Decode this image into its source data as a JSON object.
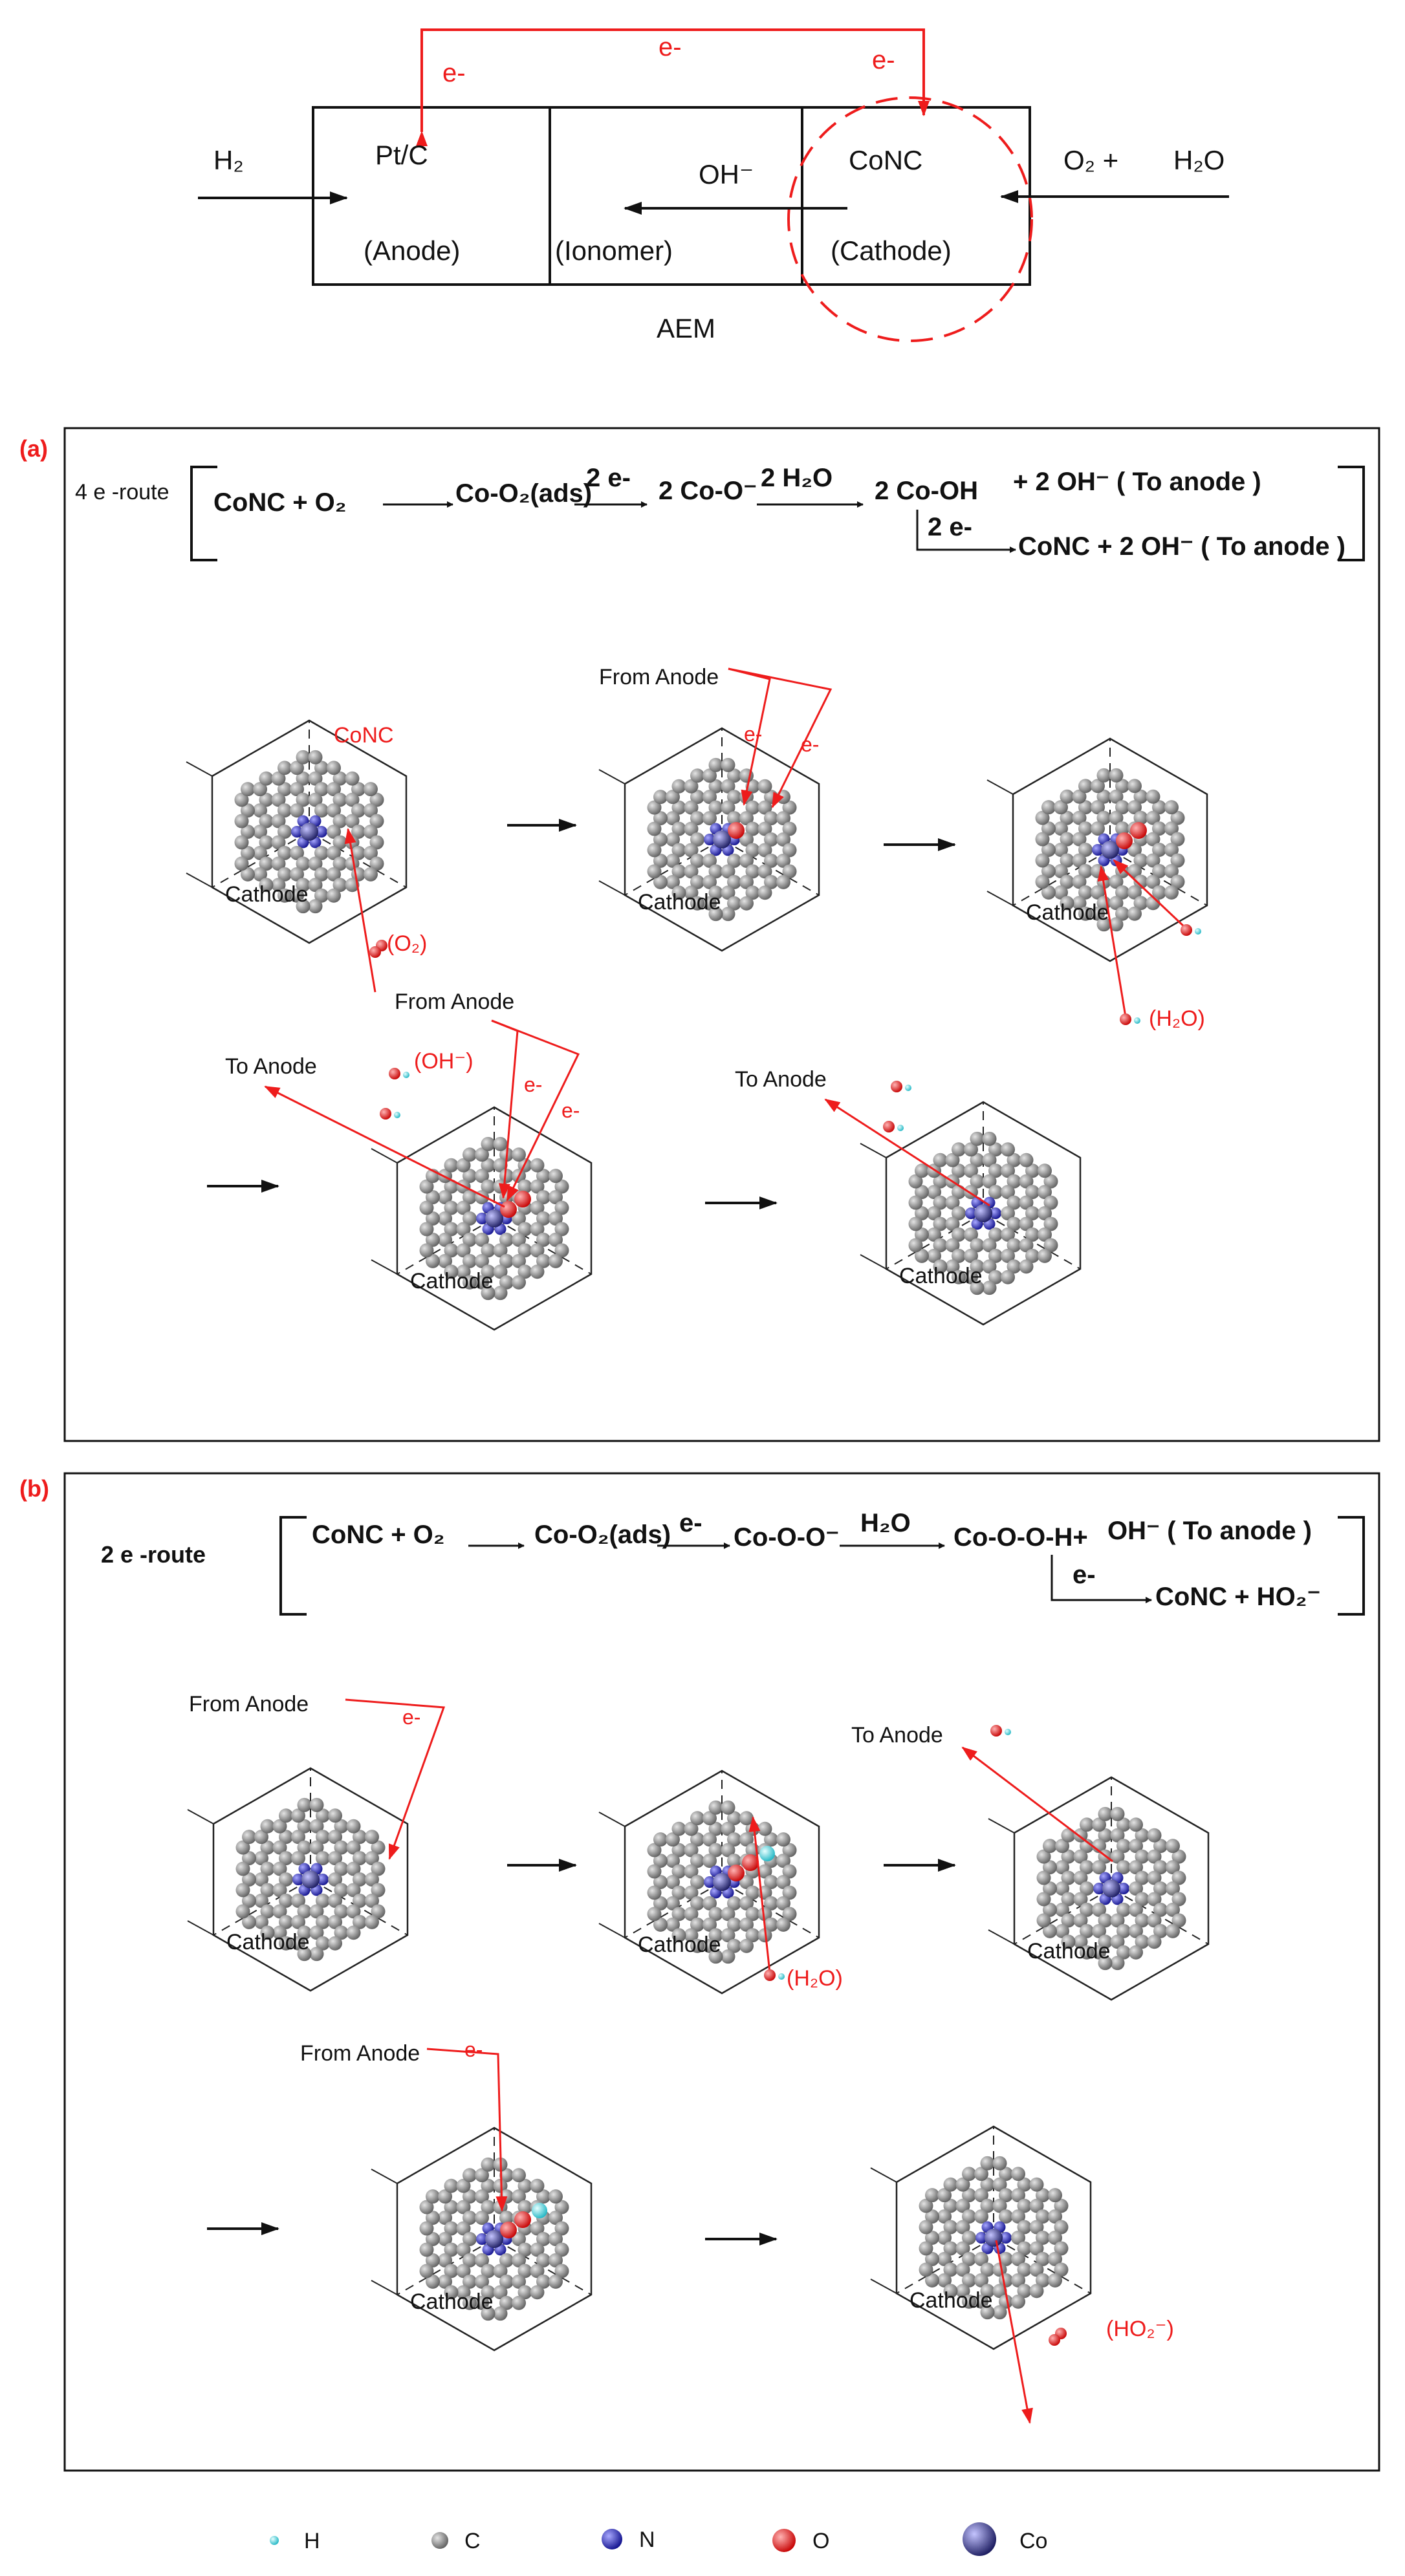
{
  "aem": {
    "e1": "e-",
    "e2": "e-",
    "e3": "e-",
    "h2": "H₂",
    "ptc": "Pt/C",
    "anode": "(Anode)",
    "oh": "OH⁻",
    "ionomer": "(Ionomer)",
    "conc": "CoNC",
    "cathode": "(Cathode)",
    "o2plus": "O₂ +",
    "h2o": "H₂O",
    "aem_label": "AEM"
  },
  "panel_a": {
    "tag": "(a)",
    "route": "4 e -route",
    "eq": {
      "t1": "CoNC  +  O₂",
      "t2": "Co-O₂(ads)",
      "t3": "2 e-",
      "t4": "2 Co-O⁻",
      "t5": "2 H₂O",
      "t6": "2 Co-OH",
      "t7": "+  2 OH⁻ ( To anode )",
      "t8": "2 e-",
      "t9": "CoNC +  2 OH⁻ ( To anode )"
    },
    "labels": {
      "conc": "CoNC",
      "o2": "(O₂)",
      "from_anode_1": "From Anode",
      "e_1a": "e-",
      "e_1b": "e-",
      "h2o": "(H₂O)",
      "to_anode_1": "To Anode",
      "oh": "(OH⁻)",
      "from_anode_2": "From Anode",
      "e_2a": "e-",
      "e_2b": "e-",
      "to_anode_2": "To Anode"
    }
  },
  "panel_b": {
    "tag": "(b)",
    "route": "2 e -route",
    "eq": {
      "t1": "CoNC  +  O₂",
      "t2": "Co-O₂(ads)",
      "t3": "e-",
      "t4": "Co-O-O⁻",
      "t5": "H₂O",
      "t6": "Co-O-O-H+",
      "t7": "OH⁻ ( To anode )",
      "t8": "e-",
      "t9": "CoNC +  HO₂⁻"
    },
    "labels": {
      "from_anode_1": "From Anode",
      "e_1": "e-",
      "h2o": "(H₂O)",
      "to_anode": "To Anode",
      "from_anode_2": "From Anode",
      "e_2": "e-",
      "ho2": "(HO₂⁻)"
    }
  },
  "cathode_label": "Cathode",
  "legend": [
    {
      "atom": "H",
      "color": "#38d4de"
    },
    {
      "atom": "C",
      "color": "#7a7a7a"
    },
    {
      "atom": "N",
      "color": "#2b2bd0"
    },
    {
      "atom": "O",
      "color": "#ee2222"
    },
    {
      "atom": "Co",
      "color": "#4040a8"
    }
  ],
  "colors": {
    "accent": "#ee1c1c",
    "ink": "#111111"
  }
}
